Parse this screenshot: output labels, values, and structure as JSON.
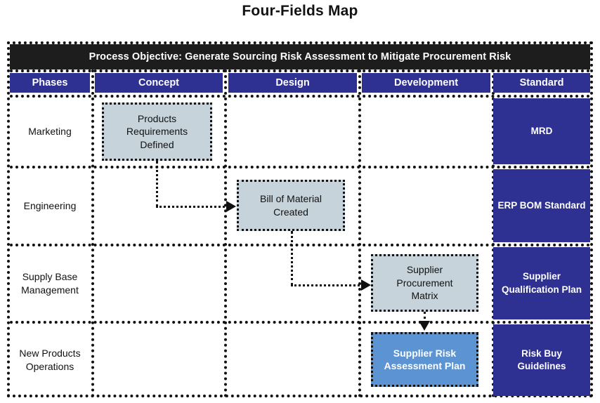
{
  "title": "Four-Fields Map",
  "objective": "Process Objective: Generate Sourcing Risk Assessment to Mitigate Procurement Risk",
  "colors": {
    "header_blue": "#2e3192",
    "banner_black": "#1d1d1d",
    "box_gray": "#c6d3da",
    "box_highlight_blue": "#5b93d3",
    "line_black": "#111111",
    "page_background": "#ffffff"
  },
  "columns": [
    {
      "key": "phases",
      "label": "Phases"
    },
    {
      "key": "concept",
      "label": "Concept"
    },
    {
      "key": "design",
      "label": "Design"
    },
    {
      "key": "development",
      "label": "Development"
    },
    {
      "key": "standard",
      "label": "Standard"
    }
  ],
  "rows": [
    {
      "key": "marketing",
      "phase": "Marketing",
      "standard": "MRD"
    },
    {
      "key": "engineering",
      "phase": "Engineering",
      "standard": "ERP BOM Standard"
    },
    {
      "key": "supply-base-management",
      "phase": "Supply Base\nManagement",
      "standard": "Supplier\nQualification Plan"
    },
    {
      "key": "new-products-operations",
      "phase": "New Products\nOperations",
      "standard": "Risk Buy\nGuidelines"
    }
  ],
  "process_boxes": [
    {
      "key": "products-requirements-defined",
      "label": "Products\nRequirements\nDefined",
      "column": "concept",
      "row": "marketing",
      "style": "gray"
    },
    {
      "key": "bill-of-material-created",
      "label": "Bill of Material\nCreated",
      "column": "design",
      "row": "engineering",
      "style": "gray"
    },
    {
      "key": "supplier-procurement-matrix",
      "label": "Supplier\nProcurement\nMatrix",
      "column": "development",
      "row": "supply-base-management",
      "style": "gray"
    },
    {
      "key": "supplier-risk-assessment-plan",
      "label": "Supplier Risk\nAssessment Plan",
      "column": "development",
      "row": "new-products-operations",
      "style": "highlight"
    }
  ],
  "connectors": [
    {
      "key": "prd-to-bom",
      "from": "products-requirements-defined",
      "to": "bill-of-material-created",
      "shape": "down-right",
      "arrow": "right"
    },
    {
      "key": "bom-to-spm",
      "from": "bill-of-material-created",
      "to": "supplier-procurement-matrix",
      "shape": "down-right",
      "arrow": "right"
    },
    {
      "key": "spm-to-srap",
      "from": "supplier-procurement-matrix",
      "to": "supplier-risk-assessment-plan",
      "shape": "down",
      "arrow": "down"
    }
  ]
}
